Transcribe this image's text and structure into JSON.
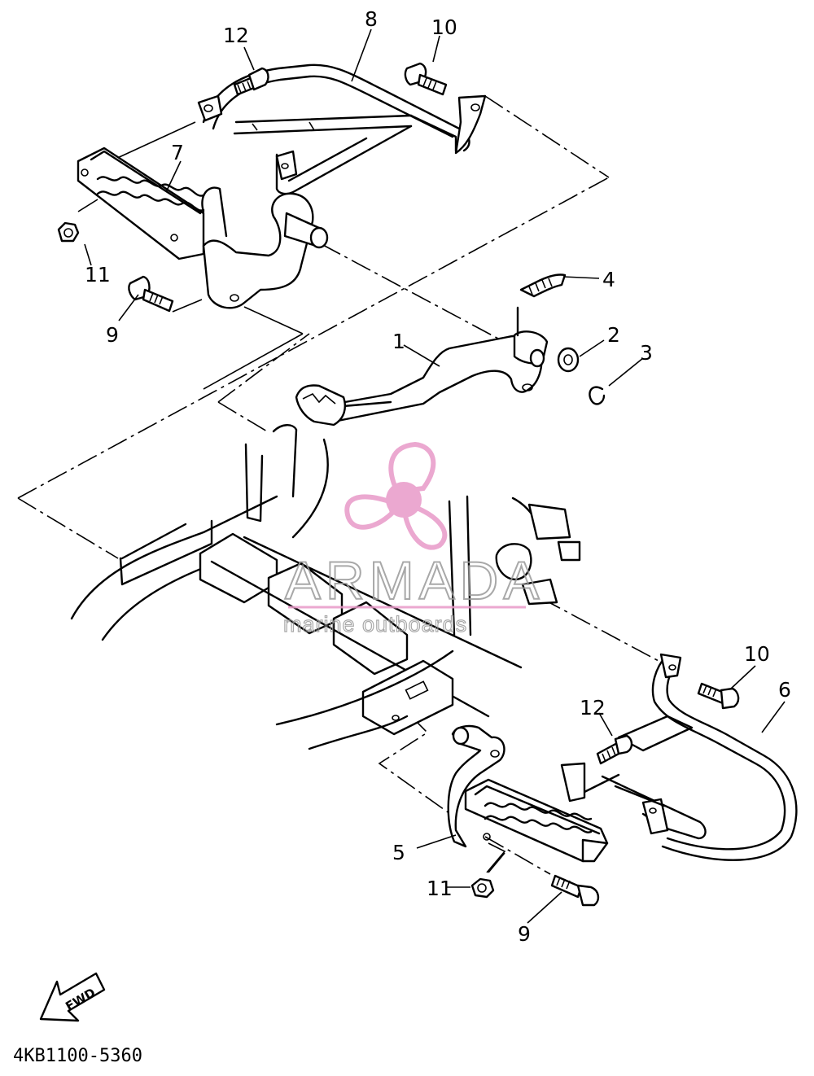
{
  "diagram": {
    "part_code": "4KB1100-5360",
    "direction_label": "FWD",
    "callouts": {
      "c1": "1",
      "c2": "2",
      "c3": "3",
      "c4": "4",
      "c5": "5",
      "c6": "6",
      "c7": "7",
      "c8": "8",
      "c9a": "9",
      "c9b": "9",
      "c10a": "10",
      "c10b": "10",
      "c11a": "11",
      "c11b": "11",
      "c12a": "12",
      "c12b": "12"
    }
  },
  "watermark": {
    "brand": "ARMADA",
    "tagline": "marine outboards",
    "logo_icon": "propeller-icon",
    "colors": {
      "pink": "#e89ac8",
      "gray": "#9a9a9a"
    }
  }
}
